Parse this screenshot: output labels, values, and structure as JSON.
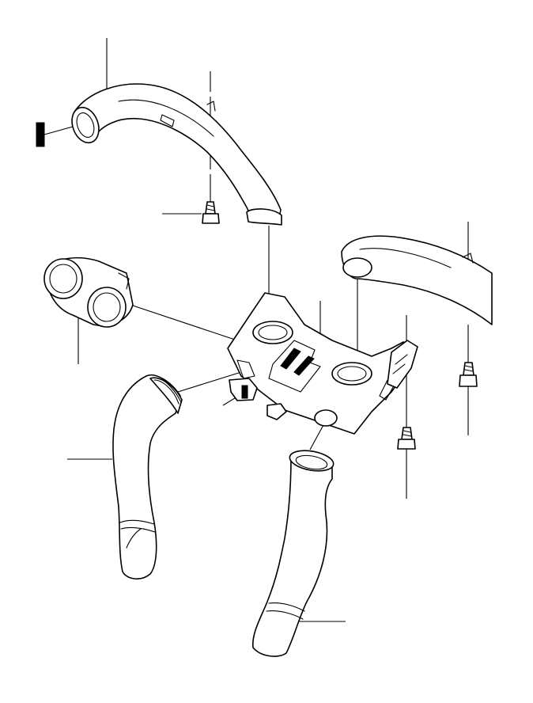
{
  "diagram": {
    "type": "exploded-parts-illustration",
    "background": "#ffffff",
    "line_color": "#000000",
    "parts": [
      "upper-air-duct",
      "right-air-duct",
      "twin-inlet-adapter",
      "central-distribution-housing",
      "left-lower-hose",
      "right-lower-hose",
      "screw-upper",
      "screw-right",
      "screw-center",
      "clip-bracket",
      "mounting-bracket-right",
      "end-marker-tab"
    ]
  }
}
